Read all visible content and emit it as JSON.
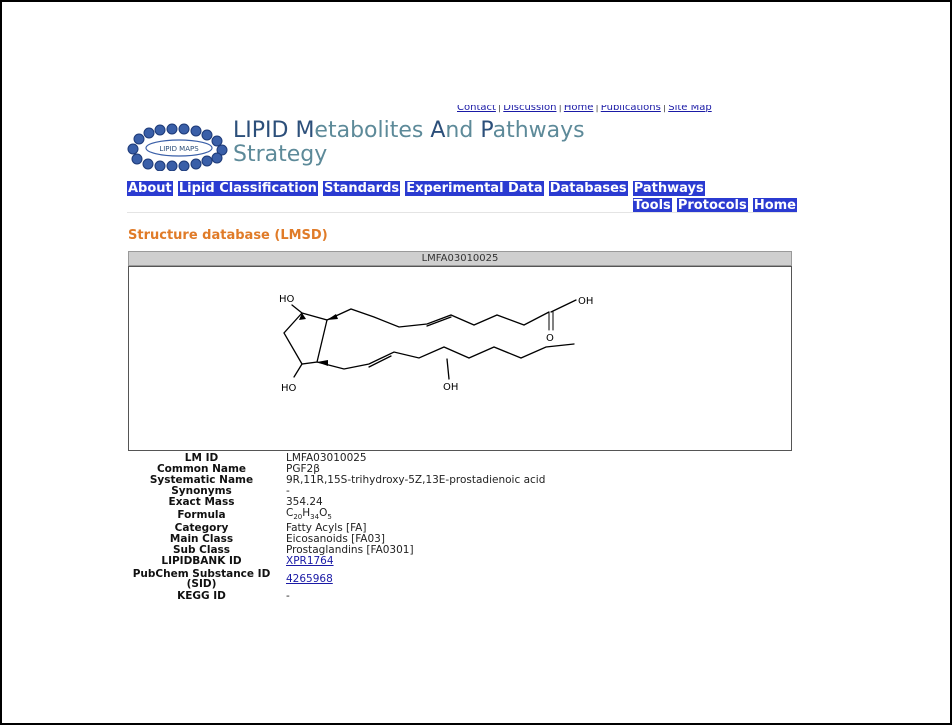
{
  "header": {
    "top_links": [
      "Contact",
      "Discussion",
      "Home",
      "Publications",
      "Site Map"
    ],
    "logo_text": "LIPID MAPS",
    "title_parts": [
      {
        "text": "LIPID ",
        "cap": true
      },
      {
        "text": "M",
        "cap": true
      },
      {
        "text": "etabolites ",
        "cap": false
      },
      {
        "text": "A",
        "cap": true
      },
      {
        "text": "nd ",
        "cap": false
      },
      {
        "text": "P",
        "cap": true
      },
      {
        "text": "athways",
        "cap": false
      }
    ],
    "title_line2": "Strategy"
  },
  "nav": {
    "row1": [
      "About",
      "Lipid Classification",
      "Standards",
      "Experimental Data",
      "Databases",
      "Pathways"
    ],
    "row2": [
      "Tools",
      "Protocols",
      "Home"
    ],
    "accent": "#2b3bd1"
  },
  "page": {
    "heading": "Structure database (LMSD)",
    "record_id": "LMFA03010025"
  },
  "structure": {
    "labels": {
      "ho_top": "HO",
      "ho_bottom": "HO",
      "oh_acid": "OH",
      "o_acid": "O",
      "oh_chain": "OH"
    }
  },
  "properties": [
    {
      "key": "LM ID",
      "value": "LMFA03010025"
    },
    {
      "key": "Common Name",
      "value": "PGF2β"
    },
    {
      "key": "Systematic Name",
      "value": "9R,11R,15S-trihydroxy-5Z,13E-prostadienoic acid"
    },
    {
      "key": "Synonyms",
      "value": "-"
    },
    {
      "key": "Exact Mass",
      "value": "354.24"
    },
    {
      "key": "Formula",
      "value": "C20H34O5",
      "formula": true
    },
    {
      "key": "Category",
      "value": "Fatty Acyls [FA]"
    },
    {
      "key": "Main Class",
      "value": "Eicosanoids [FA03]"
    },
    {
      "key": "Sub Class",
      "value": "Prostaglandins [FA0301]"
    },
    {
      "key": "LIPIDBANK ID",
      "value": "XPR1764",
      "link": true
    },
    {
      "key": "PubChem Substance ID (SID)",
      "value": "4265968",
      "link": true
    },
    {
      "key": "KEGG ID",
      "value": "-"
    }
  ],
  "formula_parts": [
    {
      "t": "C",
      "s": false
    },
    {
      "t": "20",
      "s": true
    },
    {
      "t": "H",
      "s": false
    },
    {
      "t": "34",
      "s": true
    },
    {
      "t": "O",
      "s": false
    },
    {
      "t": "5",
      "s": true
    }
  ]
}
